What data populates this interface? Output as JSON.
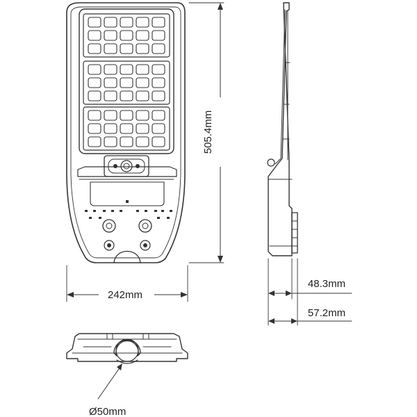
{
  "dimensions": {
    "height_label": "505.4mm",
    "width_label": "242mm",
    "depth_a_label": "48.3mm",
    "depth_b_label": "57.2mm",
    "pole_diameter_label": "Ø50mm"
  },
  "solar_panel": {
    "modules": 3,
    "cell_rows_per_module": 3,
    "cell_columns": 5
  },
  "colors": {
    "line": "#333333",
    "background": "#ffffff"
  }
}
